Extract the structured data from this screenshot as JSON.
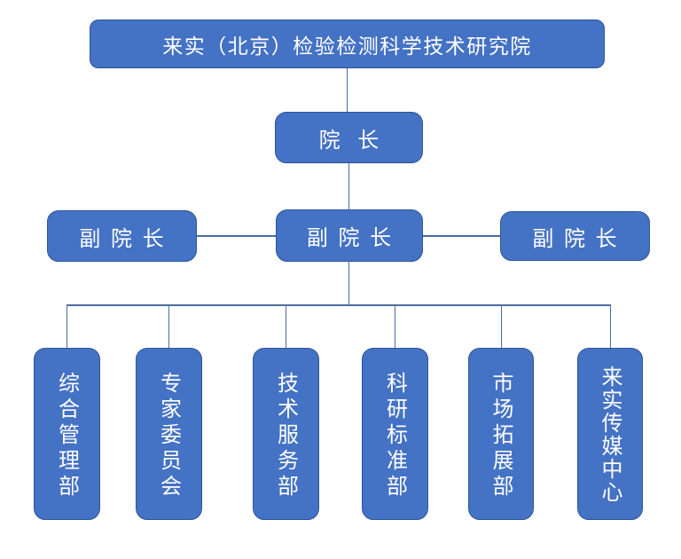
{
  "diagram": {
    "type": "org-chart",
    "root": {
      "label": "来实（北京）检验检测科学技术研究院"
    },
    "president": {
      "label": "院 长"
    },
    "vice_presidents": [
      {
        "label": "副 院 长"
      },
      {
        "label": "副 院 长"
      },
      {
        "label": "副 院 长"
      }
    ],
    "departments": [
      {
        "label": "综合管理部"
      },
      {
        "label": "专家委员会"
      },
      {
        "label": "技术服务部"
      },
      {
        "label": "科研标准部"
      },
      {
        "label": "市场拓展部"
      },
      {
        "label": "来实传媒中心"
      }
    ],
    "colors": {
      "node_fill": "#4472C4",
      "node_border": "#2F5597",
      "connector": "#4A6E9E",
      "node_text": "#FFFFFF",
      "background": "#FFFFFF"
    }
  }
}
